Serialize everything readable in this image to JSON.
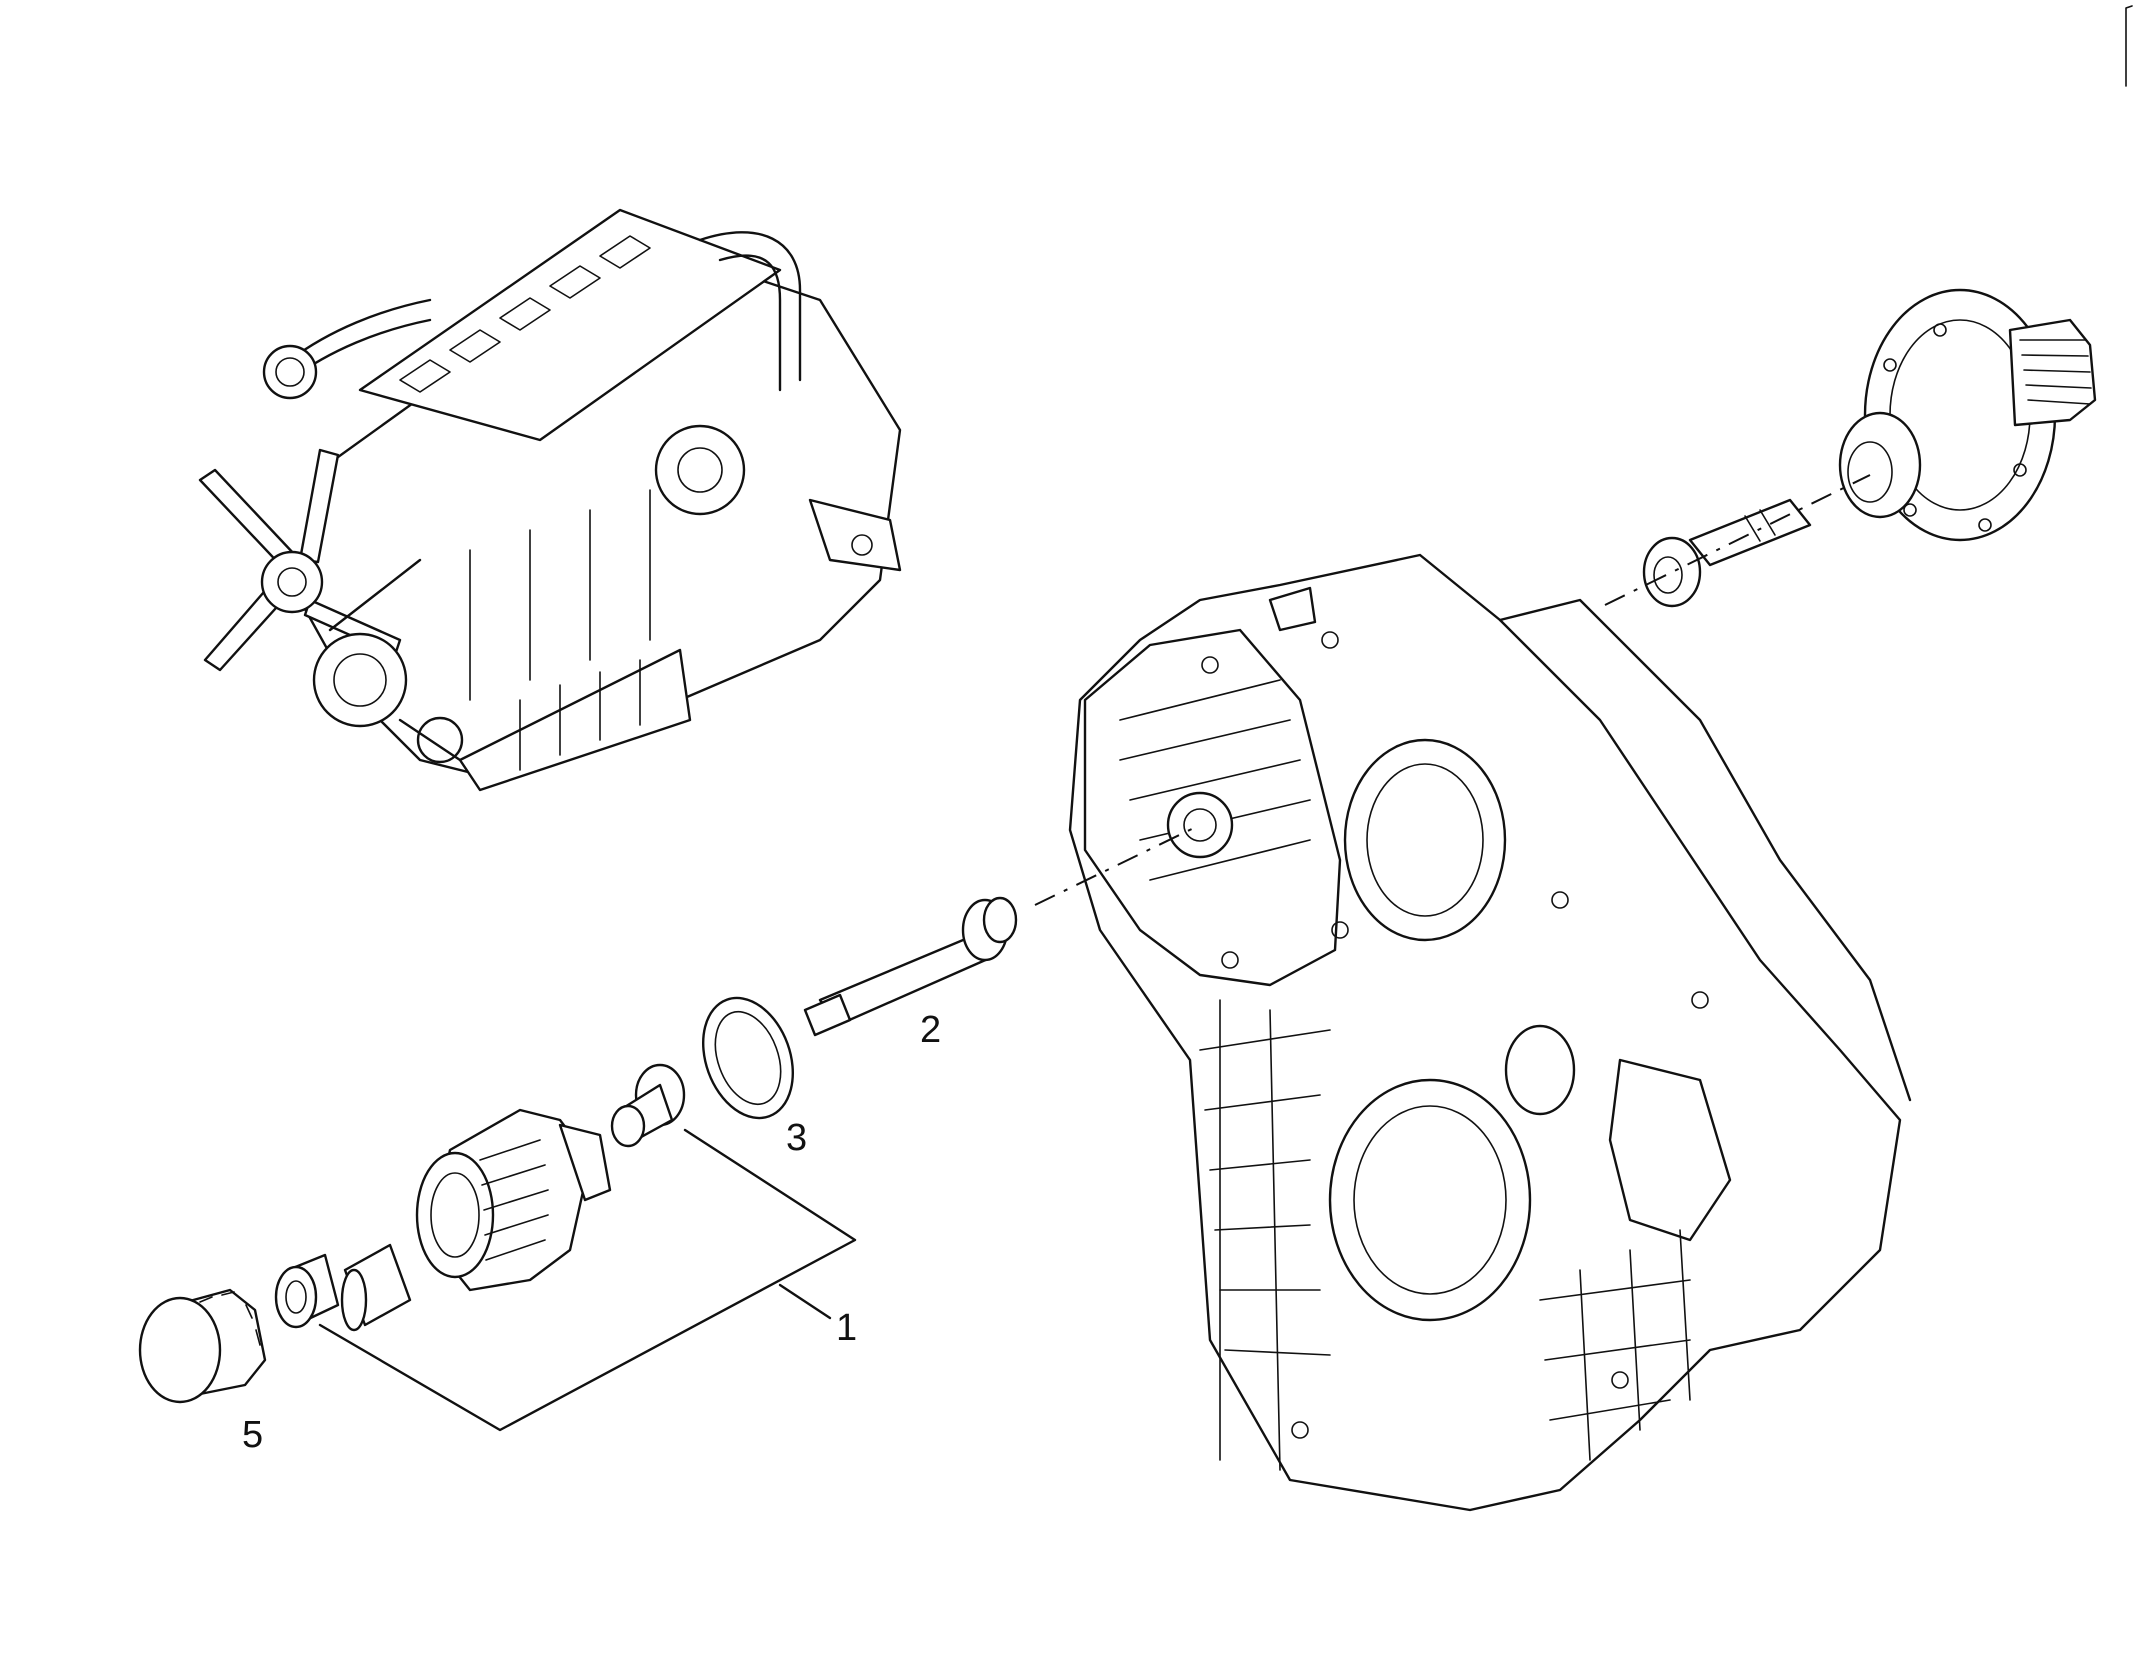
{
  "callouts": [
    {
      "id": "1",
      "label": "1"
    },
    {
      "id": "2",
      "label": "2"
    },
    {
      "id": "3",
      "label": "3"
    },
    {
      "id": "5",
      "label": "5"
    }
  ],
  "icons": {
    "engine": "engine-overview-icon",
    "housing": "gear-housing-icon",
    "hub": "drive-hub-icon"
  }
}
